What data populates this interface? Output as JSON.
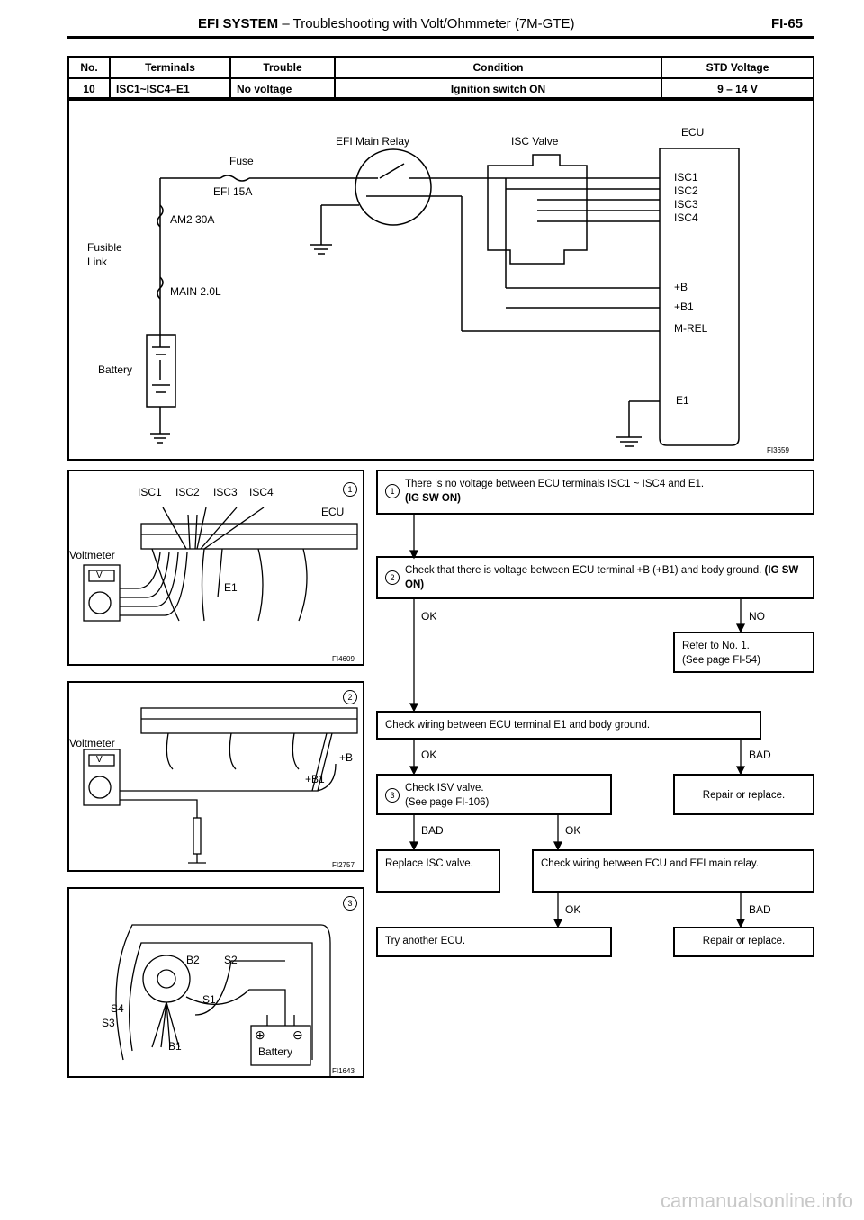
{
  "header": {
    "system": "EFI SYSTEM",
    "dash": " – ",
    "title": "Troubleshooting with Volt/Ohmmeter (7M-GTE)",
    "page": "FI-65"
  },
  "table": {
    "headers": [
      "No.",
      "Terminals",
      "Trouble",
      "Condition",
      "STD Voltage"
    ],
    "rows": [
      [
        "10",
        "ISC1~ISC4–E1",
        "No voltage",
        "Ignition switch ON",
        "9 – 14 V"
      ]
    ]
  },
  "wiring_diagram": {
    "labels": {
      "efi_main_relay": "EFI Main Relay",
      "isc_valve": "ISC Valve",
      "ecu": "ECU",
      "fuse": "Fuse",
      "efi_15a": "EFI 15A",
      "am2_30a": "AM2 30A",
      "fusible": "Fusible",
      "link": "Link",
      "main_20l": "MAIN 2.0L",
      "battery": "Battery",
      "isc1": "ISC1",
      "isc2": "ISC2",
      "isc3": "ISC3",
      "isc4": "ISC4",
      "b": "+B",
      "b1": "+B1",
      "mrel": "M-REL",
      "e1": "E1"
    },
    "ref": "FI3659"
  },
  "illustrations": {
    "fig1": {
      "isc1": "ISC1",
      "isc2": "ISC2",
      "isc3": "ISC3",
      "isc4": "ISC4",
      "ecu": "ECU",
      "voltmeter": "Voltmeter",
      "v": "V",
      "e1": "E1",
      "num": "1",
      "ref": "FI4609"
    },
    "fig2": {
      "voltmeter": "Voltmeter",
      "v": "V",
      "b": "+B",
      "b1": "+B1",
      "num": "2",
      "ref": "FI2757"
    },
    "fig3": {
      "b2": "B2",
      "s2": "S2",
      "s4": "S4",
      "s3": "S3",
      "s1": "S1",
      "b1": "B1",
      "battery": "Battery",
      "plus": "⊕",
      "minus": "⊖",
      "num": "3",
      "ref": "FI1643"
    }
  },
  "flowchart": {
    "step1": {
      "num": "1",
      "text": "There is no voltage between ECU terminals ISC1 ~ ISC4 and E1.",
      "cond": "(IG SW ON)"
    },
    "step2": {
      "num": "2",
      "text": "Check that there is voltage between ECU terminal +B (+B1) and body ground.",
      "cond": "(IG SW ON)"
    },
    "ok1": "OK",
    "no1": "NO",
    "refer": "Refer to No. 1.",
    "refer_page": "(See page FI-54)",
    "wiring_e1": "Check wiring between ECU terminal E1 and body ground.",
    "ok2": "OK",
    "bad2": "BAD",
    "step3": {
      "num": "3",
      "text": "Check ISV valve.",
      "page": "(See page FI-106)"
    },
    "repair1": "Repair or replace.",
    "bad3": "BAD",
    "ok3": "OK",
    "replace_isc": "Replace ISC valve.",
    "check_wiring_relay": "Check wiring between ECU and EFI main relay.",
    "ok4": "OK",
    "bad4": "BAD",
    "try_ecu": "Try another ECU.",
    "repair2": "Repair or replace."
  },
  "footer": "carmanualsonline.info"
}
